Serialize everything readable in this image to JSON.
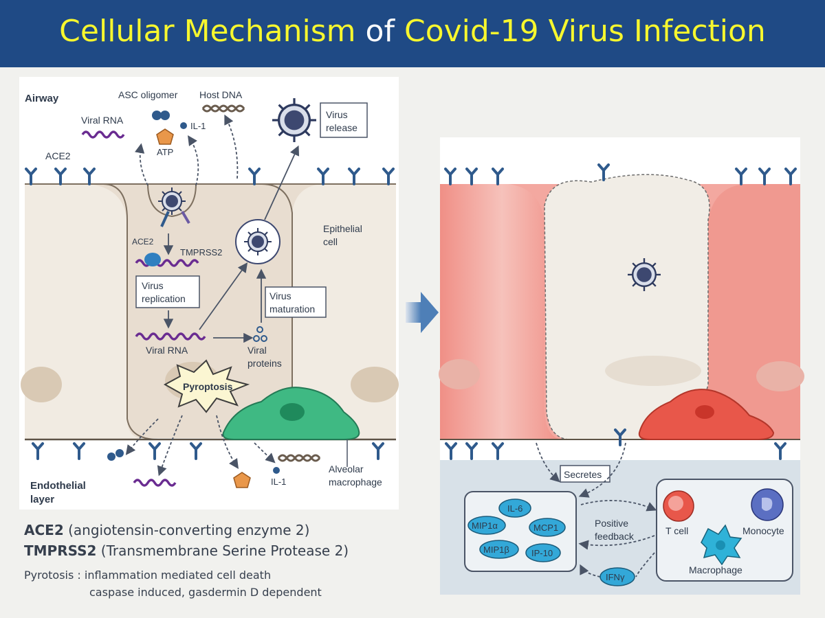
{
  "title": {
    "part1": "Cellular Mechanism",
    "part2": "of",
    "part3": "Covid-19 Virus Infection"
  },
  "left_panel": {
    "airway": "Airway",
    "asc_oligomer": "ASC oligomer",
    "host_dna": "Host DNA",
    "viral_rna_top": "Viral RNA",
    "il1_top": "IL-1",
    "atp": "ATP",
    "ace2_top": "ACE2",
    "virus_release_1": "Virus",
    "virus_release_2": "release",
    "ace2_inner": "ACE2",
    "tmprss2": "TMPRSS2",
    "virus_replication_1": "Virus",
    "virus_replication_2": "replication",
    "virus_maturation_1": "Virus",
    "virus_maturation_2": "maturation",
    "epithelial_1": "Epithelial",
    "epithelial_2": "cell",
    "viral_rna_mid": "Viral RNA",
    "viral_proteins_1": "Viral",
    "viral_proteins_2": "proteins",
    "pyroptosis": "Pyroptosis",
    "endothelial_1": "Endothelial",
    "endothelial_2": "layer",
    "il1_bottom": "IL-1",
    "alveolar_1": "Alveolar",
    "alveolar_2": "macrophage"
  },
  "right_panel": {
    "secretes": "Secretes",
    "il6": "IL-6",
    "mip1a": "MIP1α",
    "mcp1": "MCP1",
    "mip1b": "MIP1β",
    "ip10": "IP-10",
    "positive_1": "Positive",
    "positive_2": "feedback",
    "ifng": "IFNγ",
    "tcell": "T cell",
    "monocyte": "Monocyte",
    "macrophage": "Macrophage"
  },
  "legend": {
    "ace2_abbr": "ACE2",
    "ace2_full": "(angiotensin-converting enzyme 2)",
    "tmprss2_abbr": "TMPRSS2",
    "tmprss2_full": "(Transmembrane Serine Protease 2)",
    "pyrotosis_line1": "Pyrotosis : inflammation mediated cell death",
    "pyrotosis_line2": "caspase induced, gasdermin D dependent"
  }
}
